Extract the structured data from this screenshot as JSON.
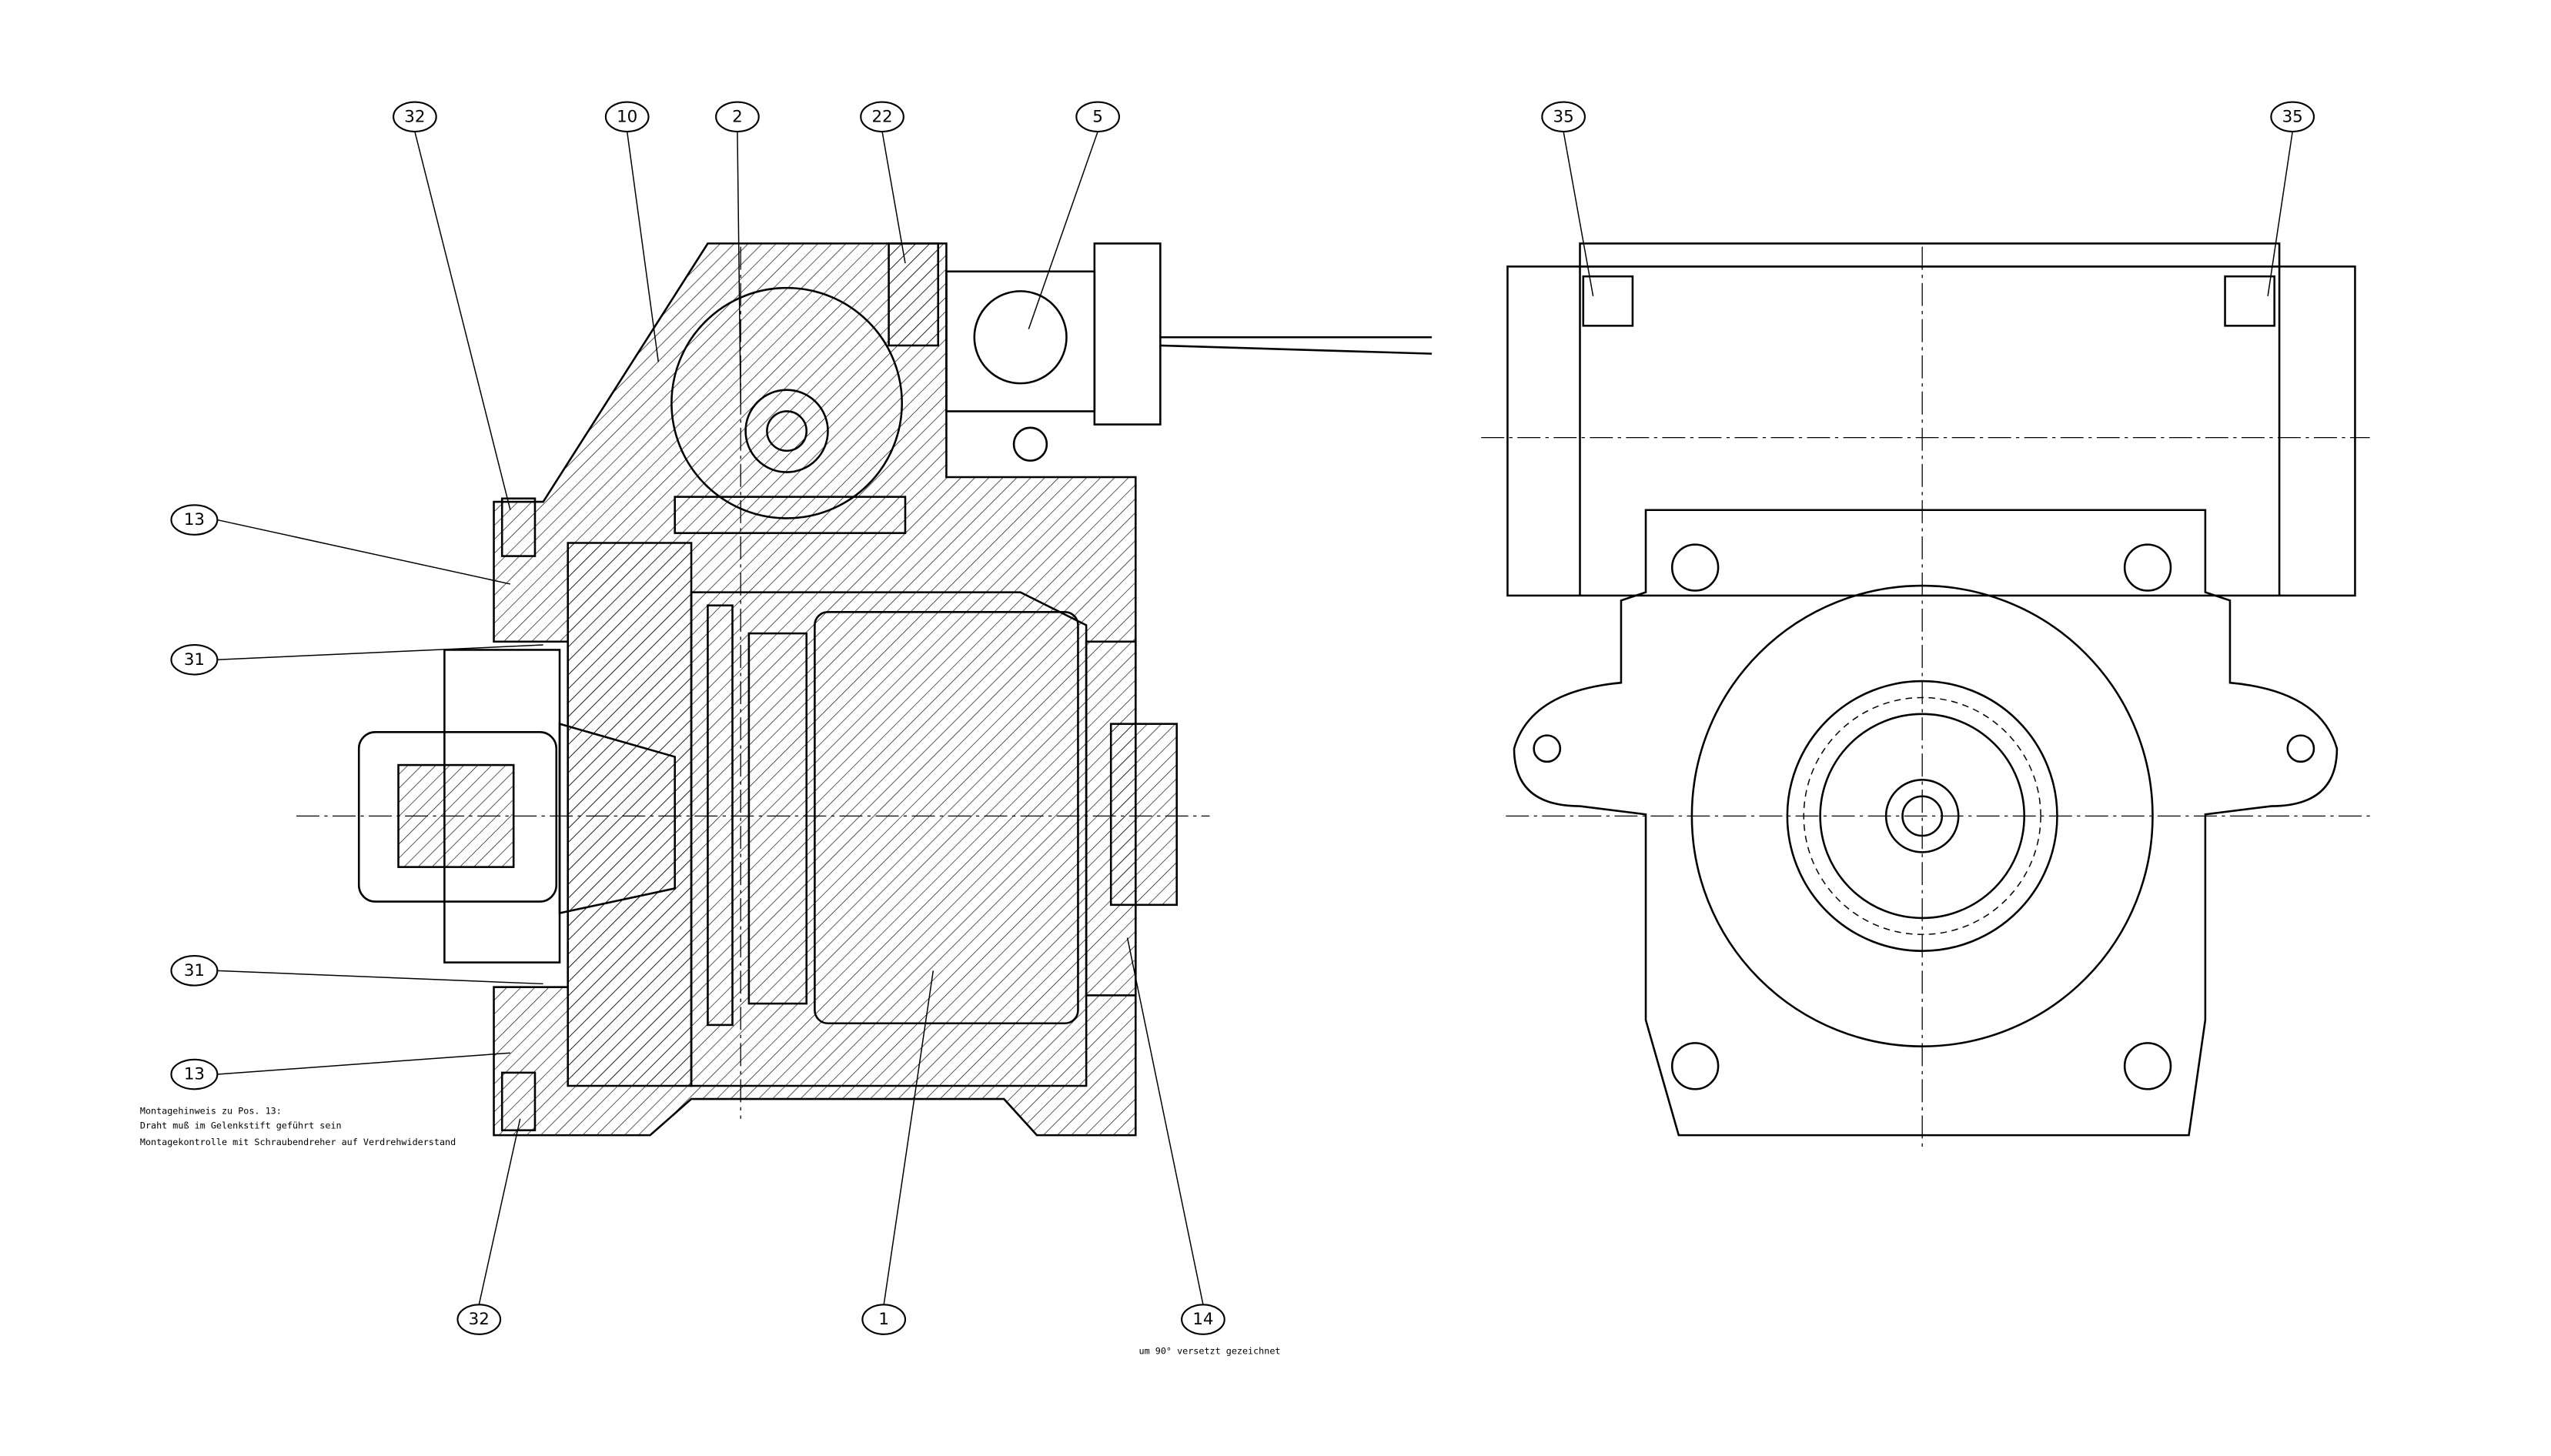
{
  "balloons": {
    "b32_top": "32",
    "b10": "10",
    "b2": "2",
    "b22": "22",
    "b5": "5",
    "b35_left": "35",
    "b35_right": "35",
    "b13_top": "13",
    "b31_top": "31",
    "b31_bottom": "31",
    "b13_bottom": "13",
    "b32_bottom": "32",
    "b1": "1",
    "b14": "14"
  },
  "notes": {
    "line1": "Montagehinweis zu Pos. 13:",
    "line2": "Draht muß im Gelenkstift geführt sein",
    "line3": "Montagekontrolle mit Schraubendreher auf Verdrehwiderstand"
  },
  "view_note": "um 90° versetzt gezeichnet"
}
